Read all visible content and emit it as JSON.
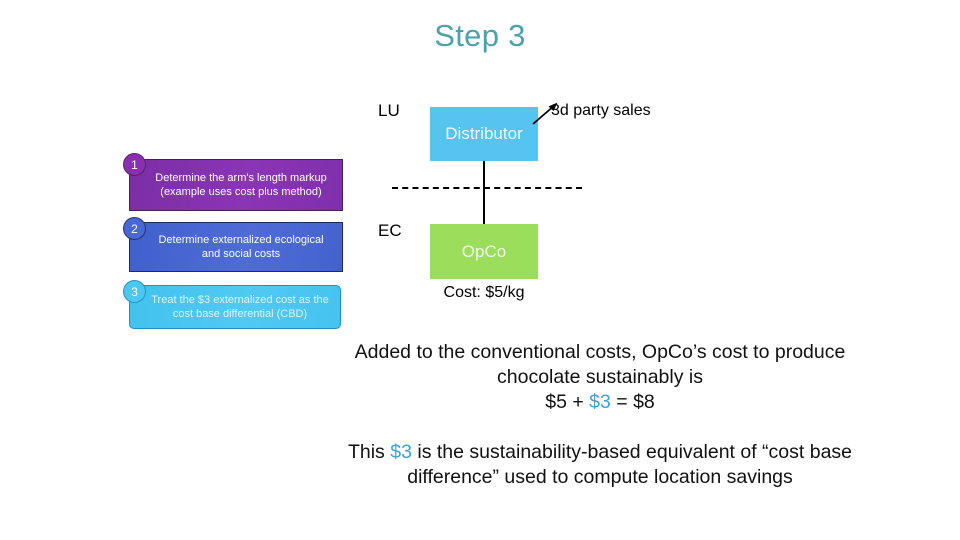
{
  "slide": {
    "title": "Step 3",
    "title_color": "#4aa3ab",
    "accent_color": "#3aa3d9"
  },
  "callouts": [
    {
      "number": "1",
      "text": "Determine the arm's length markup  (example uses cost plus method)",
      "fill": "#7d2fa8",
      "border": "#3b2357"
    },
    {
      "number": "2",
      "text": "Determine externalized ecological and social costs",
      "fill": "#4462ce",
      "border": "#1f2a63"
    },
    {
      "number": "3",
      "text": "Treat the $3 externalized cost as the cost base differential (CBD)",
      "fill": "#45c3ef",
      "border": "#1a93c4"
    }
  ],
  "diagram": {
    "tier_top_label": "LU",
    "tier_bottom_label": "EC",
    "box_top_label": "Distributor",
    "box_top_fill": "#55c4ef",
    "box_bottom_label": "OpCo",
    "box_bottom_fill": "#9ade5b",
    "annotation_label": "3d party sales",
    "cost_label": "Cost: $5/kg"
  },
  "body": {
    "paragraph_1_part_1": "Added to the conventional costs, OpCo’s cost to produce chocolate sustainably is",
    "equation_prefix": "$5 + ",
    "equation_accent": "$3",
    "equation_suffix": " = $8",
    "paragraph_2_part_1": "This ",
    "paragraph_2_accent": "$3",
    "paragraph_2_part_2": " is the sustainability-based equivalent of “cost base difference” used to compute location savings"
  }
}
